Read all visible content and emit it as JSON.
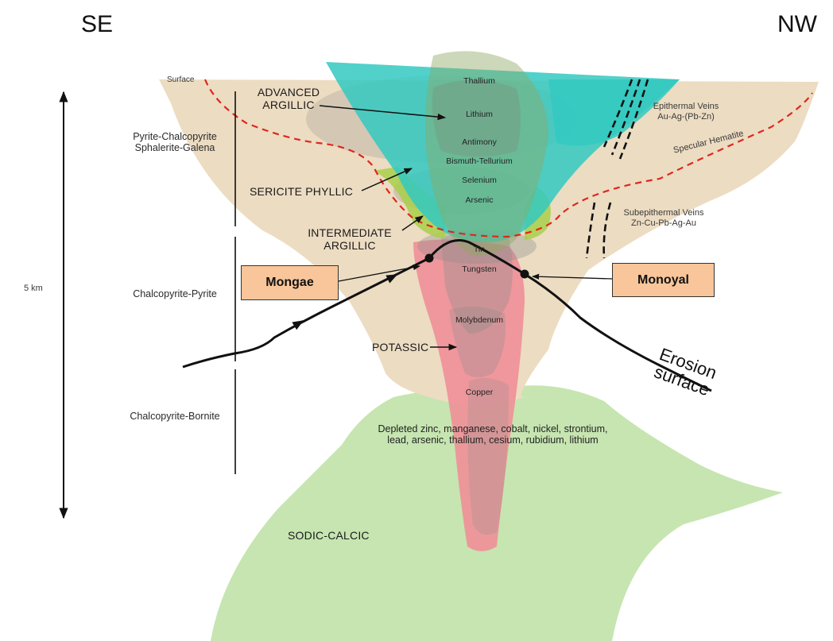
{
  "directions": {
    "left": "SE",
    "right": "NW"
  },
  "scale_label": "5 km",
  "surface_label": "Surface",
  "left_zones": [
    {
      "key": "upper",
      "lines": [
        "Pyrite-Chalcopyrite",
        "Sphalerite-Galena"
      ]
    },
    {
      "key": "middle",
      "lines": [
        "Chalcopyrite-Pyrite"
      ]
    },
    {
      "key": "lower",
      "lines": [
        "Chalcopyrite-Bornite"
      ]
    }
  ],
  "alteration_zones": {
    "advanced_argillic": [
      "ADVANCED",
      "ARGILLIC"
    ],
    "sericite_phyllic": "SERICITE PHYLLIC",
    "intermediate_argillic": [
      "INTERMEDIATE",
      "ARGILLIC"
    ],
    "potassic": "POTASSIC",
    "sodic_calcic": "SODIC-CALCIC"
  },
  "elements": [
    "Thallium",
    "Lithium",
    "Antimony",
    "Bismuth-Tellurium",
    "Selenium",
    "Arsenic",
    "Tin",
    "Tungsten",
    "Molybdenum",
    "Copper"
  ],
  "depleted_text": [
    "Depleted zinc, manganese, cobalt, nickel, strontium,",
    "lead, arsenic, thallium, cesium, rubidium, lithium"
  ],
  "right_labels": {
    "epithermal": [
      "Epithermal Veins",
      "Au-Ag-(Pb-Zn)"
    ],
    "specular": "Specular Hematite",
    "subepithermal": [
      "Subepithermal Veins",
      "Zn-Cu-Pb-Ag-Au"
    ]
  },
  "sites": {
    "left": "Mongae",
    "right": "Monoyal"
  },
  "erosion_label": [
    "Erosion",
    "surface"
  ],
  "colors": {
    "host": "#ecdcc2",
    "sodic": "#c3e4ad",
    "potassic": "#ef8f98",
    "advanced": "#33c9c1",
    "inter_green": "#a9cf4a",
    "grey": "#8c8c8c",
    "site_box": "#f8c69a",
    "dash_red": "#e0261e"
  }
}
